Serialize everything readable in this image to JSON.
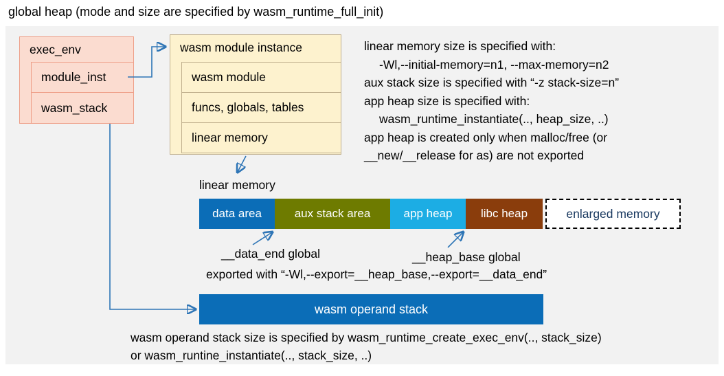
{
  "title": "global heap (mode and size are specified by wasm_runtime_full_init)",
  "exec_env": {
    "label": "exec_env",
    "children": [
      "module_inst",
      "wasm_stack"
    ]
  },
  "module_instance": {
    "label": "wasm module instance",
    "children": [
      "wasm module",
      "funcs, globals, tables",
      "linear memory"
    ]
  },
  "linear_memory": {
    "label": "linear memory",
    "segments": [
      {
        "label": "data area",
        "color": "#0B6DB7",
        "text_color": "#FFFFFF"
      },
      {
        "label": "aux stack area",
        "color": "#6E7B00",
        "text_color": "#FFFFFF"
      },
      {
        "label": "app heap",
        "color": "#1CADE4",
        "text_color": "#FFFFFF"
      },
      {
        "label": "libc heap",
        "color": "#8A3D0C",
        "text_color": "#FFFFFF"
      },
      {
        "label": "enlarged memory",
        "color": "#FFFFFF",
        "text_color": "#17375E"
      }
    ]
  },
  "annotations": {
    "data_end": "__data_end global",
    "heap_base": "__heap_base global",
    "exported": "exported with “-Wl,--export=__heap_base,--export=__data_end”"
  },
  "operand_stack": {
    "label": "wasm operand stack",
    "note_lines": [
      "wasm operand stack size is specified by wasm_runtime_create_exec_env(.., stack_size)",
      "or wasm_runtine_instantiate(.., stack_size, ..)"
    ]
  },
  "right_notes": [
    "linear memory size is specified with:",
    "-Wl,--initial-memory=n1, --max-memory=n2",
    "aux stack size is specified with “-z stack-size=n”",
    "app heap size is specified with:",
    "wasm_runtime_instantiate(.., heap_size, ..)",
    "app heap is created only when malloc/free (or",
    "__new/__release for as) are not exported"
  ]
}
